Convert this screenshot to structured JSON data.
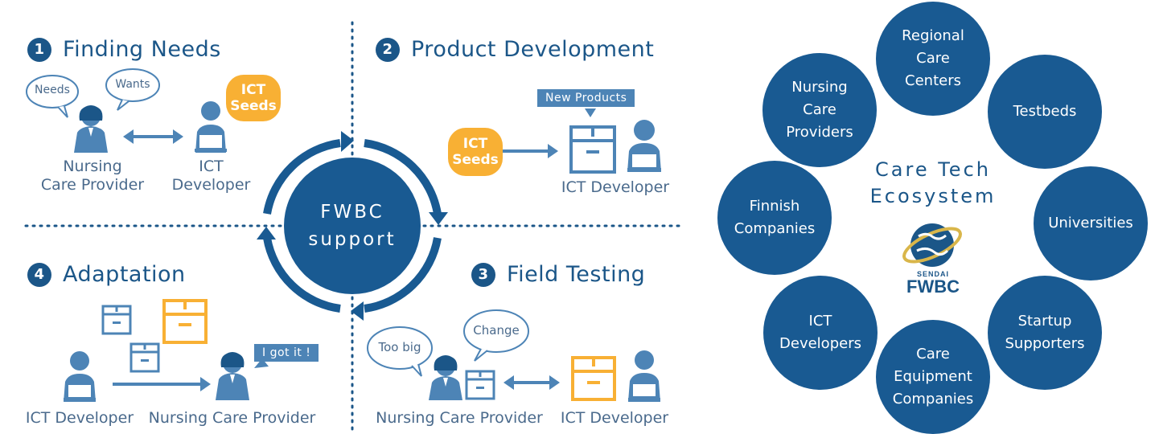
{
  "diagram": {
    "steps": [
      {
        "number": "1",
        "title": "Finding Needs"
      },
      {
        "number": "2",
        "title": "Product Development"
      },
      {
        "number": "3",
        "title": "Field Testing"
      },
      {
        "number": "4",
        "title": "Adaptation"
      }
    ],
    "hub": {
      "line1": "FWBC",
      "line2": "support"
    },
    "finding_needs": {
      "bubble_needs": "Needs",
      "bubble_wants": "Wants",
      "seeds_line1": "ICT",
      "seeds_line2": "Seeds",
      "provider_line1": "Nursing",
      "provider_line2": "Care Provider",
      "developer_line1": "ICT",
      "developer_line2": "Developer"
    },
    "product_development": {
      "tag": "New Products",
      "seeds_line1": "ICT",
      "seeds_line2": "Seeds",
      "developer": "ICT Developer"
    },
    "field_testing": {
      "bubble_too_big": "Too big",
      "bubble_change": "Change",
      "provider": "Nursing Care Provider",
      "developer": "ICT Developer"
    },
    "adaptation": {
      "tag": "I got it !",
      "developer": "ICT Developer",
      "provider": "Nursing Care Provider"
    },
    "ecosystem": {
      "title_line1": "Care Tech",
      "title_line2": "Ecosystem",
      "logo_line1": "SENDAI",
      "logo_line2": "FWBC",
      "circles": [
        [
          "Regional",
          "Care",
          "Centers"
        ],
        [
          "Testbeds"
        ],
        [
          "Universities"
        ],
        [
          "Startup",
          "Supporters"
        ],
        [
          "Care",
          "Equipment",
          "Companies"
        ],
        [
          "ICT",
          "Developers"
        ],
        [
          "Finnish",
          "Companies"
        ],
        [
          "Nursing",
          "Care",
          "Providers"
        ]
      ]
    },
    "colors": {
      "primary": "#195a92",
      "accent": "#4d84b6",
      "seeds": "#f8b034",
      "text_gray": "#4a6a8c"
    }
  }
}
